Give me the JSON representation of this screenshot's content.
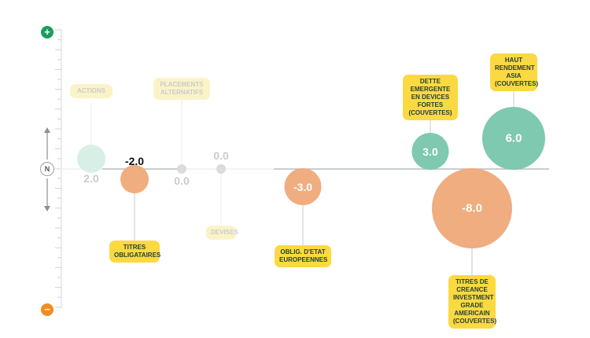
{
  "controls": {
    "plus": "+",
    "minus": "−",
    "neutral": "N"
  },
  "colors": {
    "positive": "#7ec9b0",
    "negative": "#efad80",
    "label_bg": "#fbd941",
    "label_bg_faded": "#fbf3c8",
    "faded_text": "#c9cccc",
    "plus_button": "#1a9e5a",
    "minus_button": "#f28c1c"
  },
  "chart_data": {
    "type": "scatter",
    "title": "",
    "xlabel": "",
    "ylabel": "",
    "points": [
      {
        "label": "ACTIONS",
        "value": 2.0,
        "display": "2.0",
        "active": false
      },
      {
        "label": "TITRES OBLIGATAIRES",
        "value": -2.0,
        "display": "-2.0",
        "active": true
      },
      {
        "label": "PLACEMENTS ALTERNATIFS",
        "value": 0.0,
        "display": "0.0",
        "active": false
      },
      {
        "label": "DEVISES",
        "value": 0.0,
        "display": "0.0",
        "active": false
      },
      {
        "label": "OBLIG. D'ETAT EUROPEENNES",
        "value": -3.0,
        "display": "-3.0",
        "active": true
      },
      {
        "label": "DETTE EMERGENTE EN DEVICES FORTES (COUVERTES)",
        "value": 3.0,
        "display": "3.0",
        "active": true
      },
      {
        "label": "TITRES DE CREANCE INVESTMENT GRADE AMERICAIN (COUVERTES)",
        "value": -8.0,
        "display": "-8.0",
        "active": true
      },
      {
        "label": "HAUT RENDEMENT ASIA (COUVERTES)",
        "value": 6.0,
        "display": "6.0",
        "active": true
      }
    ]
  }
}
